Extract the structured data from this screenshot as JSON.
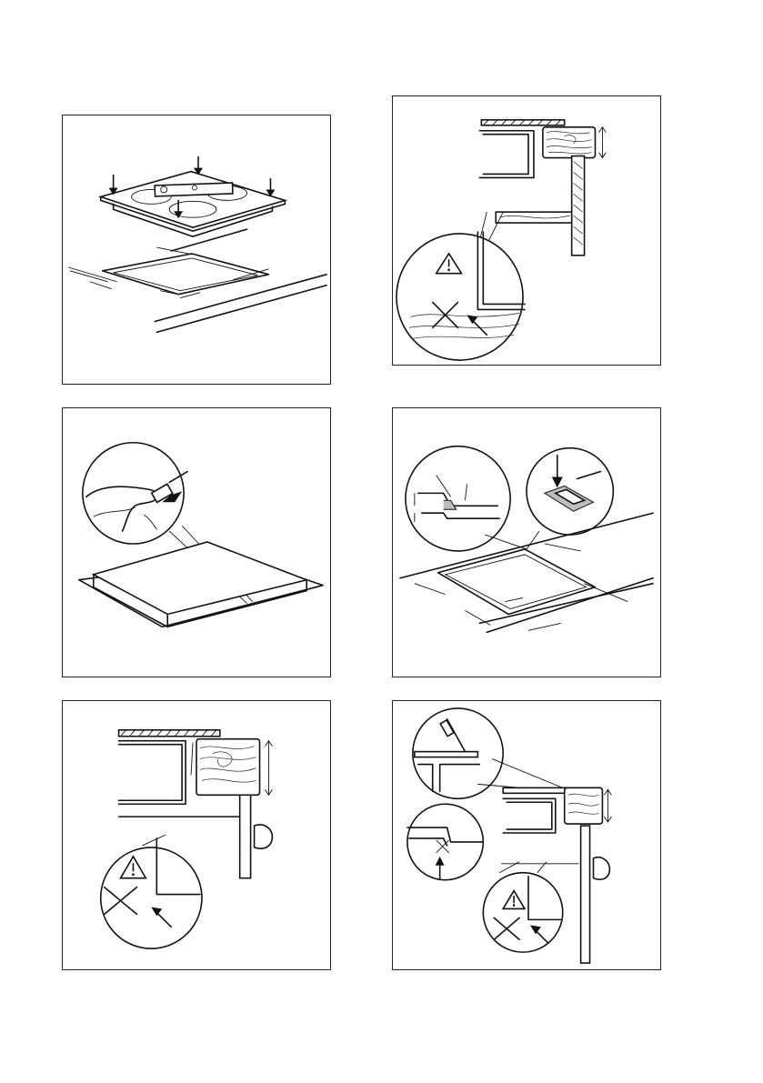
{
  "figures": [
    {
      "id": "p1",
      "icon": "hob-placement-into-cutout"
    },
    {
      "id": "p2",
      "icon": "worktop-edge-warning"
    },
    {
      "id": "p3",
      "icon": "seal-strip-application"
    },
    {
      "id": "p4",
      "icon": "seal-strip-corner-detail"
    },
    {
      "id": "p5",
      "icon": "worktop-with-front-warning"
    },
    {
      "id": "p6",
      "icon": "silicone-sealing-warning"
    }
  ]
}
